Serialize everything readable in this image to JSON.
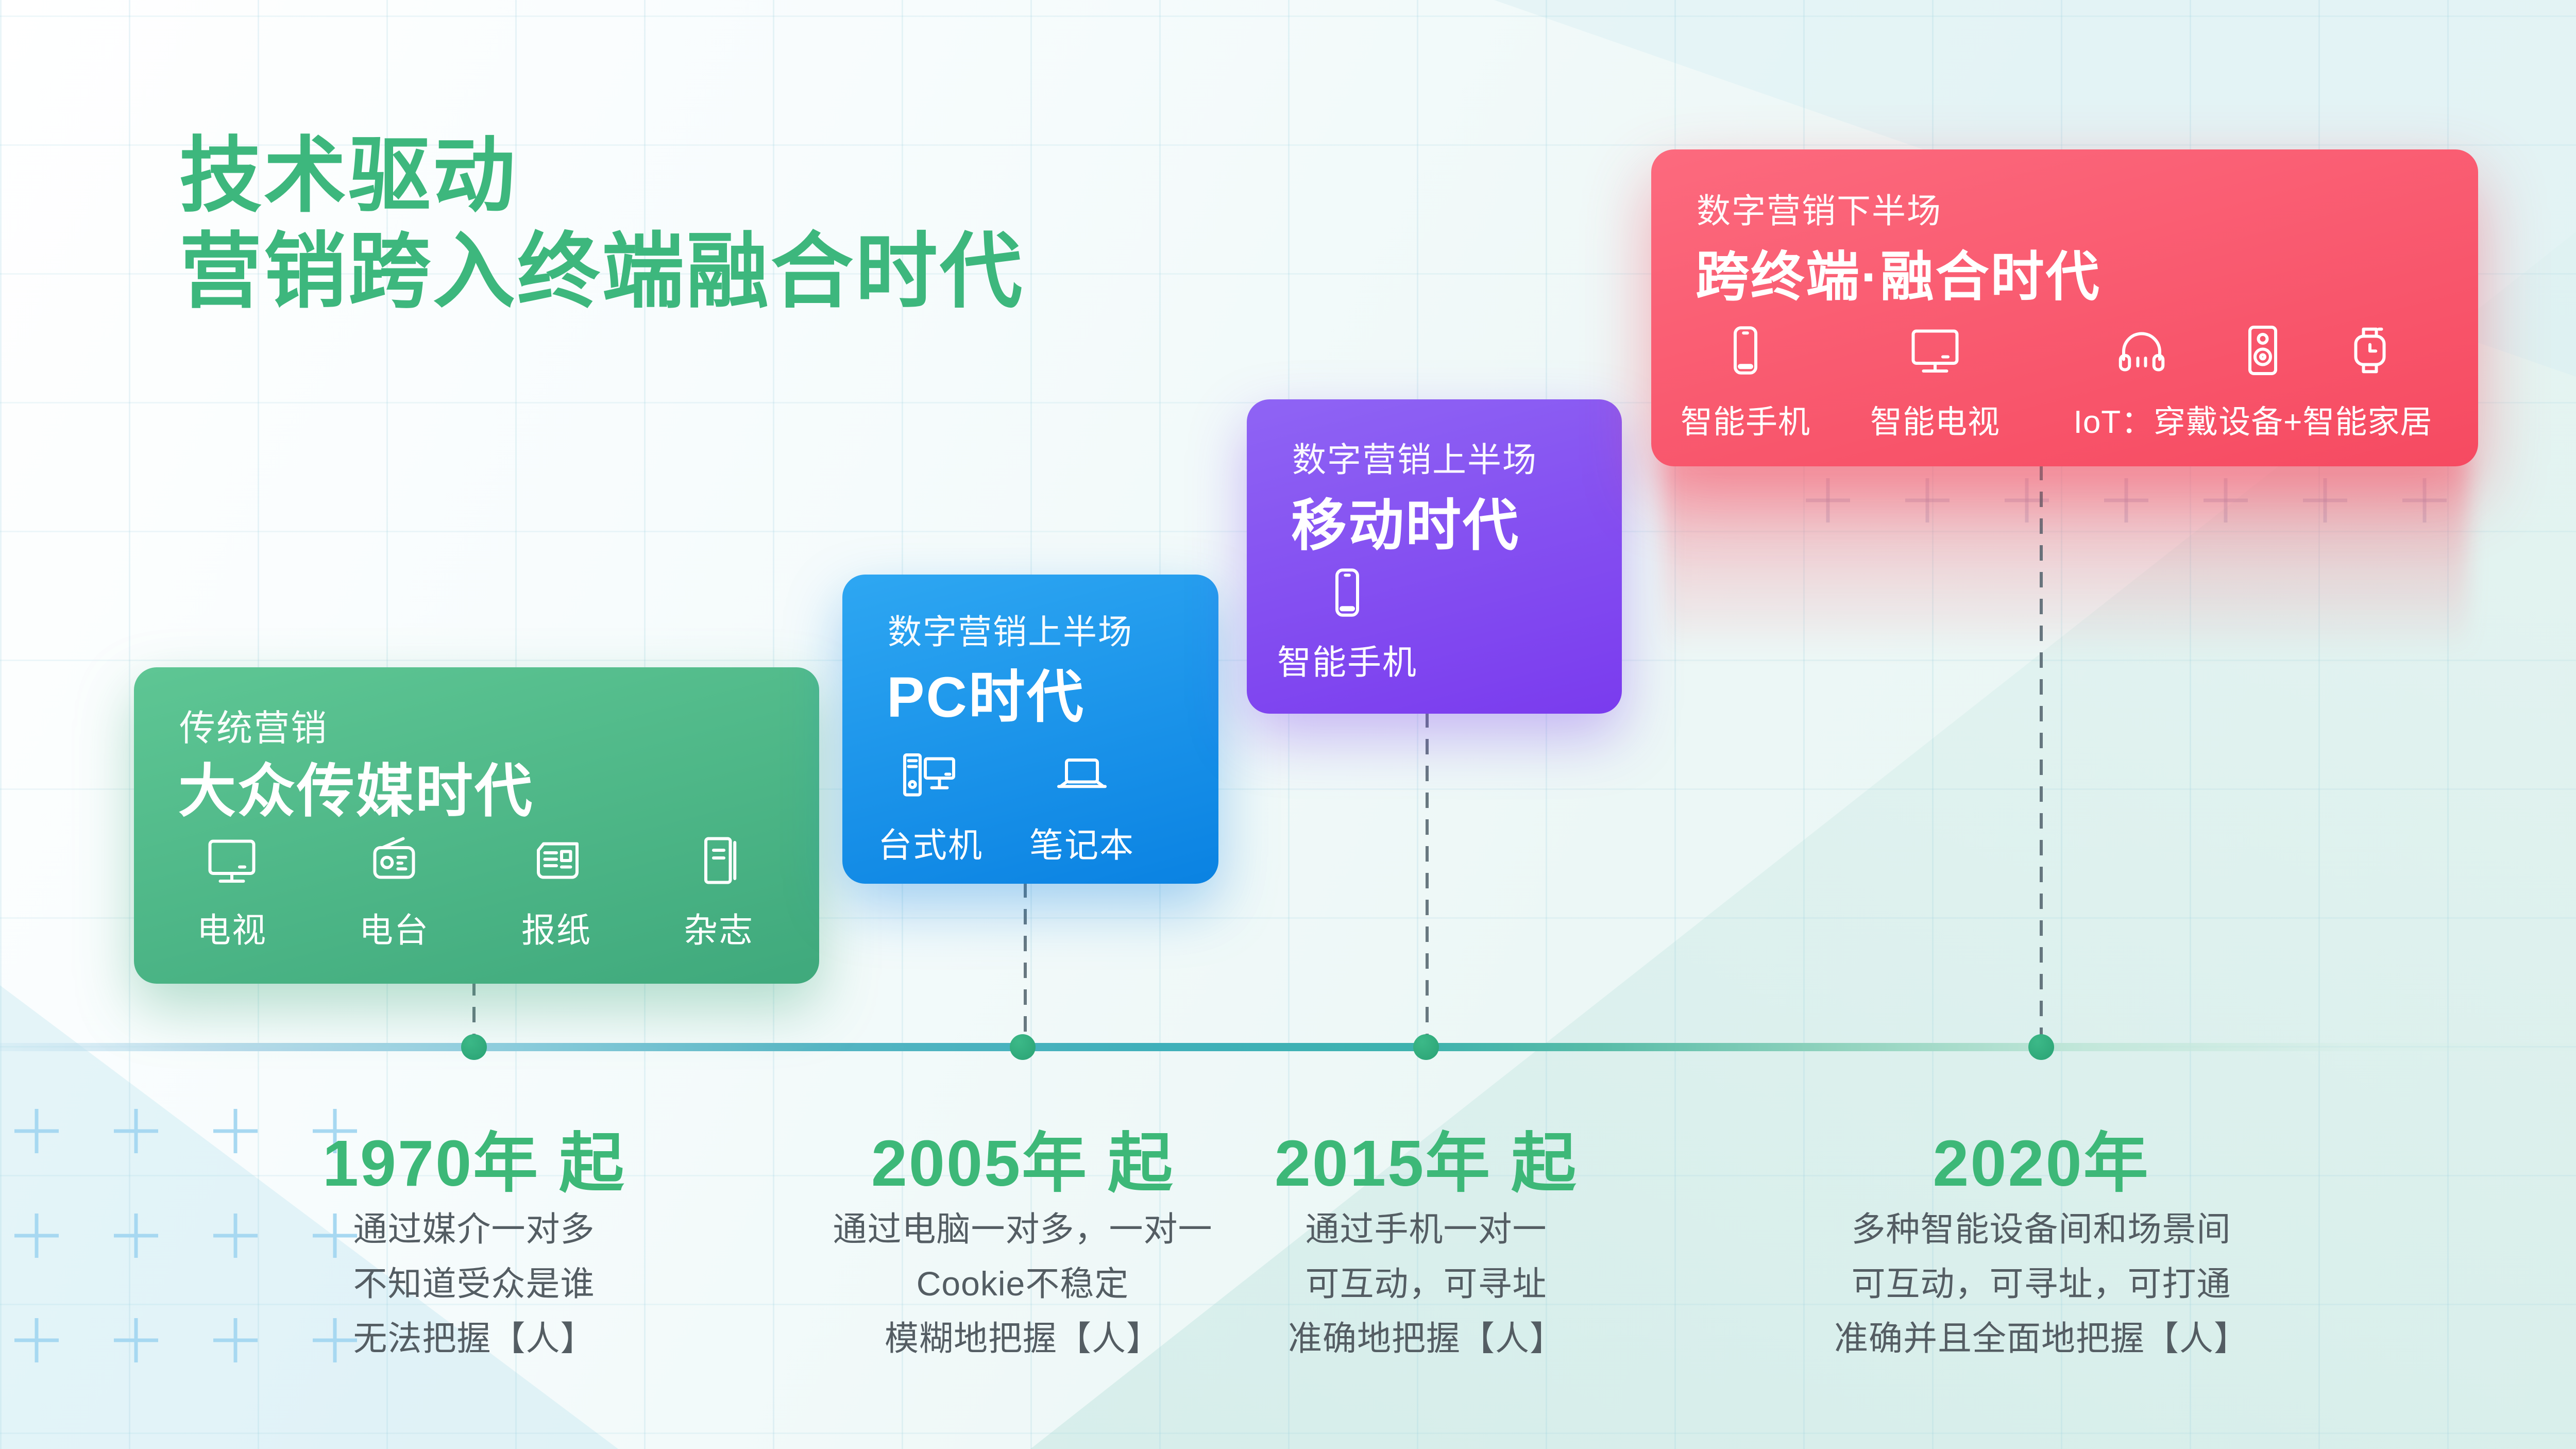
{
  "title": {
    "line1": "技术驱动",
    "line2": "营销跨入终端融合时代"
  },
  "cards": [
    {
      "subtitle": "传统营销",
      "title": "大众传媒时代",
      "devices": [
        {
          "icon": "tv-icon",
          "label": "电视"
        },
        {
          "icon": "radio-icon",
          "label": "电台"
        },
        {
          "icon": "newspaper-icon",
          "label": "报纸"
        },
        {
          "icon": "magazine-icon",
          "label": "杂志"
        }
      ]
    },
    {
      "subtitle": "数字营销上半场",
      "title": "PC时代",
      "devices": [
        {
          "icon": "desktop-icon",
          "label": "台式机"
        },
        {
          "icon": "laptop-icon",
          "label": "笔记本"
        }
      ]
    },
    {
      "subtitle": "数字营销上半场",
      "title": "移动时代",
      "devices": [
        {
          "icon": "smartphone-icon",
          "label": "智能手机"
        }
      ]
    },
    {
      "subtitle": "数字营销下半场",
      "title": "跨终端·融合时代",
      "devices": [
        {
          "icons": [
            "smartphone-icon"
          ],
          "label": "智能手机"
        },
        {
          "icons": [
            "monitor-icon"
          ],
          "label": "智能电视"
        },
        {
          "icons": [
            "headphones-icon",
            "speaker-icon",
            "smartwatch-icon"
          ],
          "label": "IoT：穿戴设备+智能家居"
        }
      ]
    }
  ],
  "timeline": [
    {
      "year": "1970年 起",
      "desc": [
        "通过媒介一对多",
        "不知道受众是谁",
        "无法把握【人】"
      ]
    },
    {
      "year": "2005年 起",
      "desc": [
        "通过电脑一对多，一对一",
        "Cookie不稳定",
        "模糊地把握【人】"
      ]
    },
    {
      "year": "2015年 起",
      "desc": [
        "通过手机一对一",
        "可互动，可寻址",
        "准确地把握【人】"
      ]
    },
    {
      "year": "2020年",
      "desc": [
        "多种智能设备间和场景间",
        "可互动，可寻址，可打通",
        "准确并且全面地把握【人】"
      ]
    }
  ],
  "colors": {
    "title_green": "#3db77d",
    "year_green": "#3db878",
    "desc_gray": "#545d63",
    "dot_green": "#2fae7e",
    "card1_gradient": [
      "#5ec694",
      "#3fa97c"
    ],
    "card2_gradient": [
      "#2ea7f2",
      "#0a82e2"
    ],
    "card3_gradient": [
      "#8f64f4",
      "#7a3bee"
    ],
    "card4_gradient": [
      "#fc6a7e",
      "#f64a61"
    ],
    "timeline_teal": "#3fb0ba"
  }
}
